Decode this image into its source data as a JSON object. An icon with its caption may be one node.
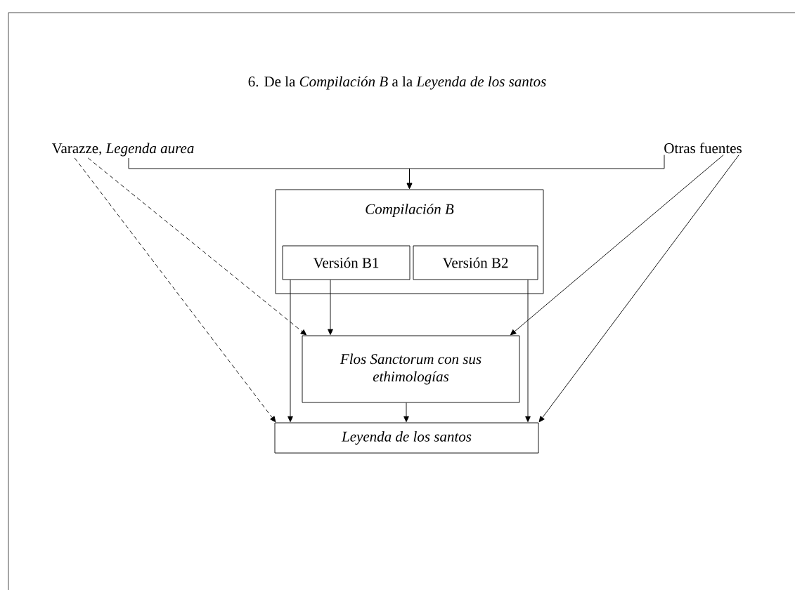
{
  "diagram": {
    "title": "6. De la *Compilación B* a la *Leyenda de los santos*",
    "nodes": [
      {
        "text": [
          "Varazze, *Legenda aurea*"
        ]
      },
      {
        "text": [
          "Otras fuentes"
        ]
      },
      {
        "text": [
          "Compilación B"
        ]
      },
      {
        "text": [
          "Versión B1"
        ],
        "in": 2
      },
      {
        "text": [
          "Versión B2"
        ],
        "in": 2
      },
      {
        "text": [
          "Flos Sanctorum con sus ethimologías"
        ]
      },
      {
        "text": [
          "Leyenda de los santos"
        ]
      }
    ],
    "edges": [
      {
        "from": 0,
        "to": 2,
        "arrow": "to"
      },
      {
        "from": 1,
        "to": 2,
        "arrow": "to"
      },
      {
        "from": 0,
        "to": 5,
        "arrow": "to",
        "style": "dashed"
      },
      {
        "from": 0,
        "to": 6,
        "arrow": "to",
        "style": "dashed"
      },
      {
        "from": 3,
        "to": 5,
        "arrow": "to"
      },
      {
        "from": 3,
        "to": 6,
        "arrow": "to"
      },
      {
        "from": 4,
        "to": 6,
        "arrow": "to"
      },
      {
        "from": 1,
        "to": 5,
        "arrow": "to"
      },
      {
        "from": 1,
        "to": 6,
        "arrow": "to"
      },
      {
        "from": 5,
        "to": 6,
        "arrow": "to"
      }
    ]
  }
}
